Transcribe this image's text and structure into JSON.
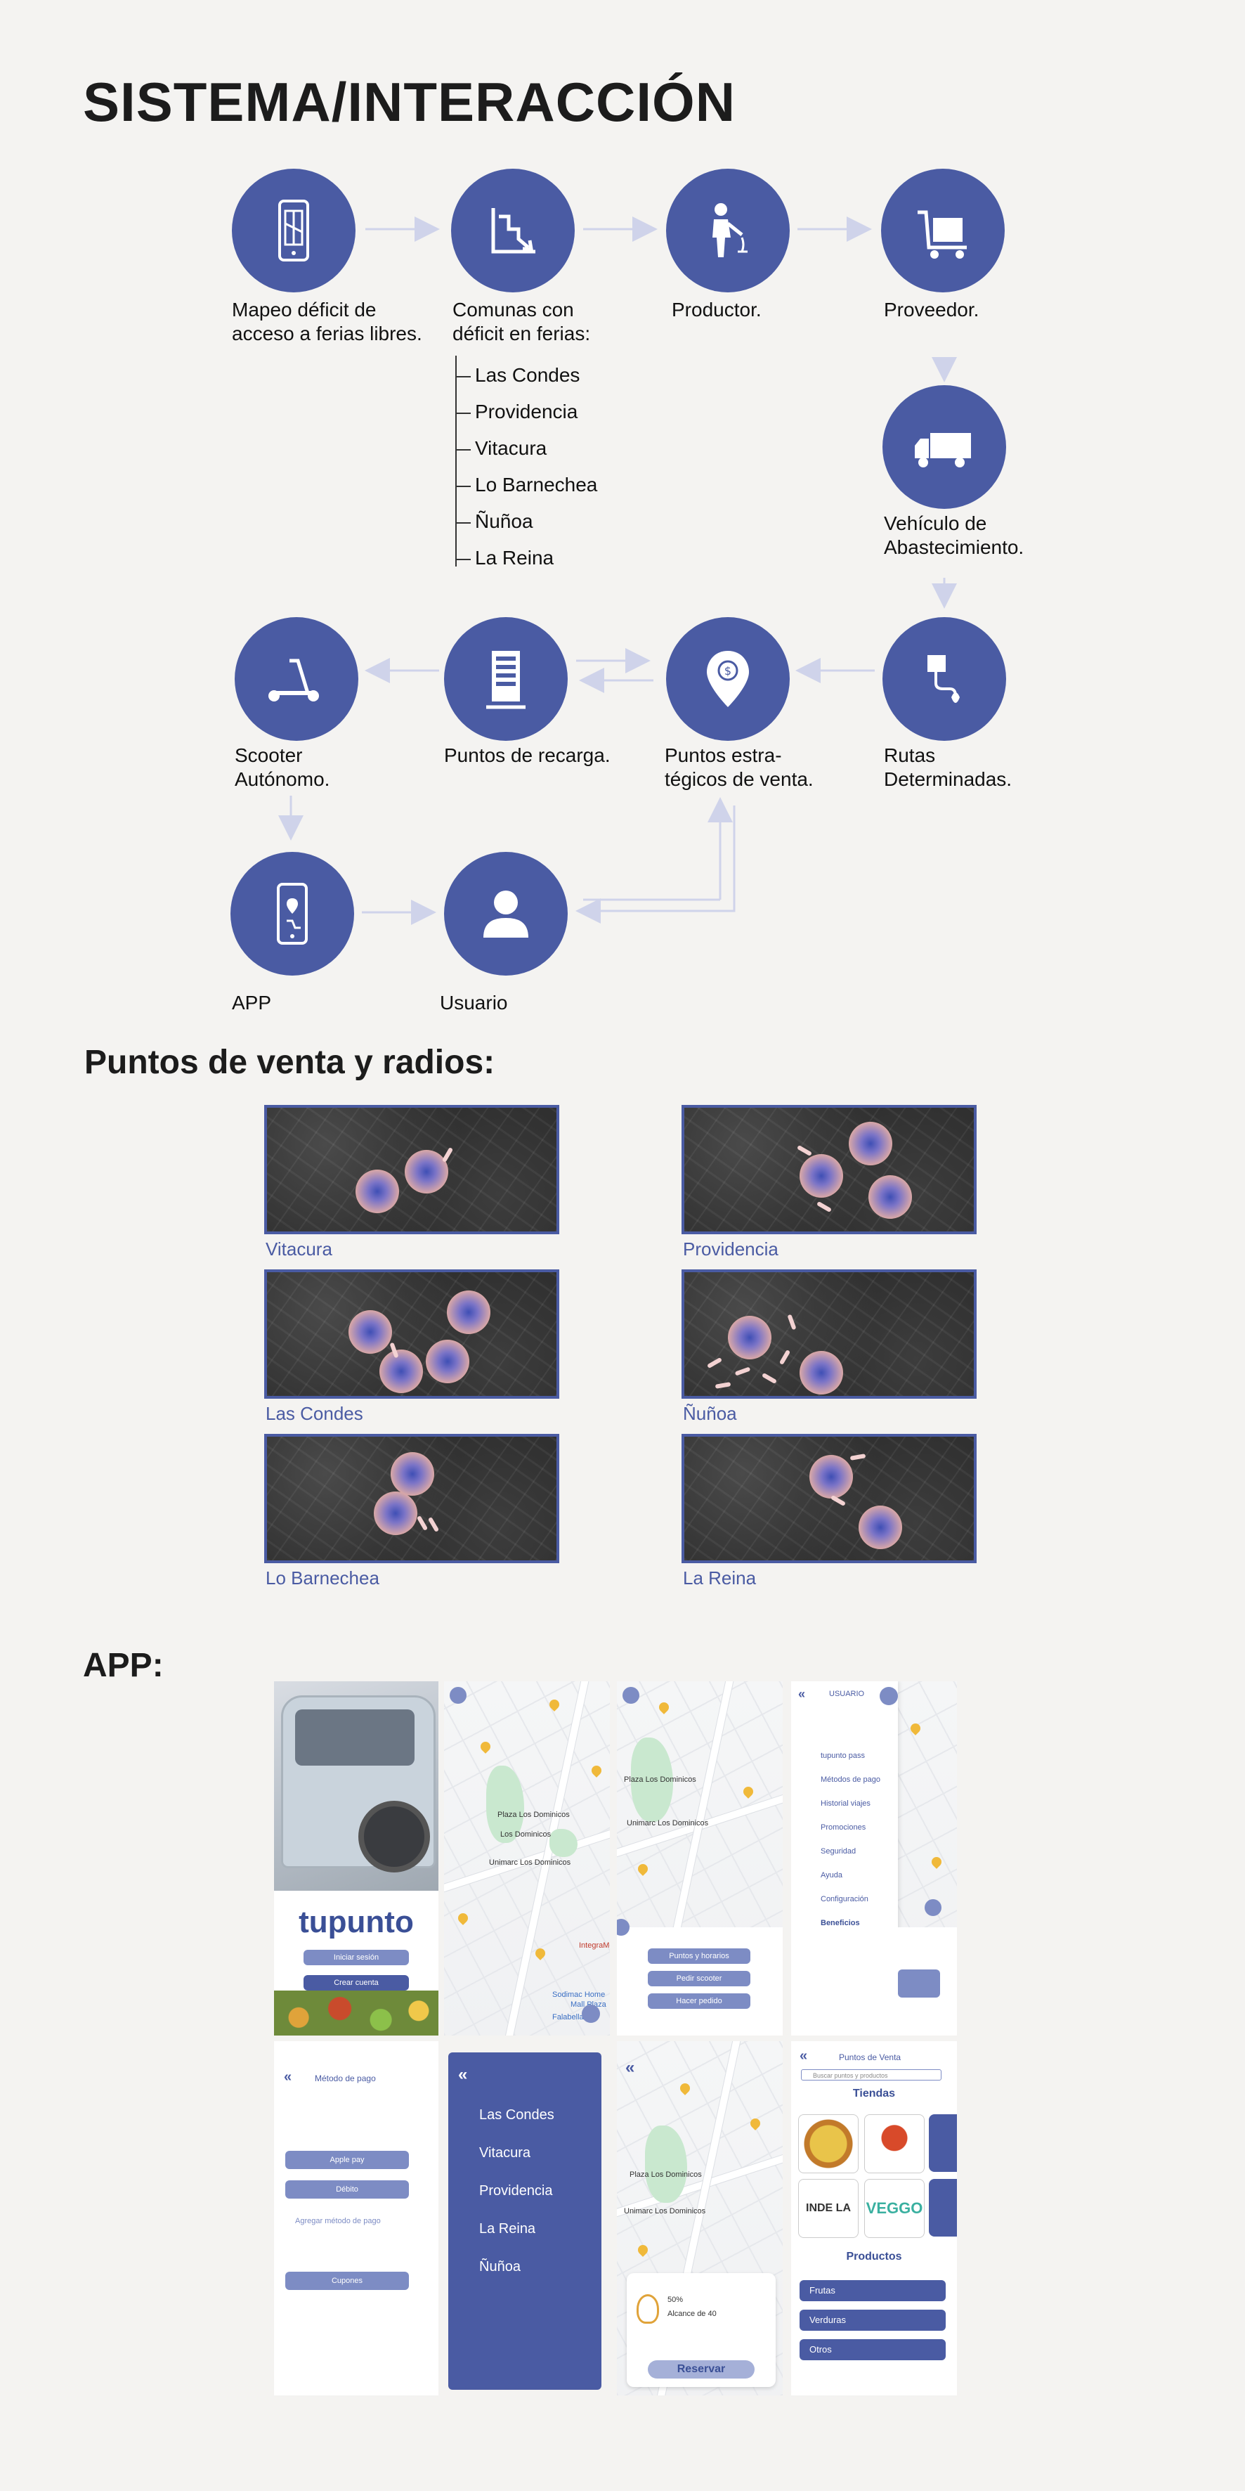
{
  "title": "SISTEMA/INTERACCIÓN",
  "colors": {
    "accent": "#4a5ba3",
    "arrow": "#cfd3ea",
    "background": "#f4f3f1"
  },
  "flow": {
    "mapeo": {
      "icon": "phone-map-icon",
      "line1": "Mapeo déficit de",
      "line2": "acceso a ferias libres."
    },
    "comunas": {
      "icon": "descending-chart-icon",
      "line1": "Comunas con",
      "line2": "déficit en ferias:",
      "items": [
        "Las Condes",
        "Providencia",
        "Vitacura",
        "Lo Barnechea",
        "Ñuñoa",
        "La Reina"
      ]
    },
    "productor": {
      "icon": "farmer-icon",
      "label": "Productor."
    },
    "proveedor": {
      "icon": "cart-icon",
      "label": "Proveedor."
    },
    "vehiculo": {
      "icon": "truck-icon",
      "line1": "Vehículo de",
      "line2": "Abastecimiento."
    },
    "rutas": {
      "icon": "route-icon",
      "line1": "Rutas",
      "line2": "Determinadas."
    },
    "puntos_venta": {
      "icon": "location-pin-icon",
      "line1": "Puntos estra-",
      "line2": "tégicos de venta."
    },
    "recarga": {
      "icon": "charging-station-icon",
      "label": "Puntos de recarga."
    },
    "scooter": {
      "icon": "scooter-icon",
      "line1": "Scooter",
      "line2": "Autónomo."
    },
    "app": {
      "icon": "phone-pin-icon",
      "label": "APP"
    },
    "usuario": {
      "icon": "user-icon",
      "label": "Usuario"
    }
  },
  "maps_section": {
    "title": "Puntos de venta y radios:",
    "maps": [
      {
        "label": "Vitacura"
      },
      {
        "label": "Providencia"
      },
      {
        "label": "Las Condes"
      },
      {
        "label": "Ñuñoa"
      },
      {
        "label": "Lo Barnechea"
      },
      {
        "label": "La Reina"
      }
    ]
  },
  "app_section": {
    "title": "APP:",
    "splash": {
      "brand": "tupunto",
      "login": "Iniciar sesión",
      "signup": "Crear cuenta"
    },
    "map1": {
      "place1": "Plaza Los Dominicos",
      "place2": "Los Dominicos",
      "place3": "Unimarc Los Dominicos",
      "place4": "IntegraMé",
      "place5": "Sodimac Home",
      "place6": "Mall Plaza",
      "place7": "Falabella"
    },
    "map2": {
      "buttons": [
        "Puntos y horarios",
        "Pedir scooter",
        "Hacer pedido"
      ],
      "place1": "Plaza Los Dominicos",
      "place2": "Unimarc Los Dominicos"
    },
    "menu": {
      "header": "USUARIO",
      "items": [
        "tupunto pass",
        "Métodos de pago",
        "Historial viajes",
        "Promociones",
        "Seguridad",
        "Ayuda",
        "Configuración",
        "Beneficios"
      ]
    },
    "pago": {
      "header": "Método de pago",
      "options": [
        "Apple pay",
        "Débito"
      ],
      "add": "Agregar método de pago",
      "cupones": "Cupones"
    },
    "comunas_menu": {
      "items": [
        "Las Condes",
        "Vitacura",
        "Providencia",
        "La Reina",
        "Ñuñoa"
      ]
    },
    "reserva": {
      "percent": "50%",
      "alcance": "Alcance de 40",
      "button": "Reservar",
      "place1": "Plaza Los Dominicos",
      "place2": "Unimarc Los Dominicos"
    },
    "tiendas": {
      "header": "Puntos de Venta",
      "search_placeholder": "Buscar puntos y productos",
      "tiendas_title": "Tiendas",
      "store3": "VEGGO",
      "store4": "INDE LA CO",
      "productos_title": "Productos",
      "productos": [
        "Frutas",
        "Verduras",
        "Otros"
      ]
    }
  }
}
